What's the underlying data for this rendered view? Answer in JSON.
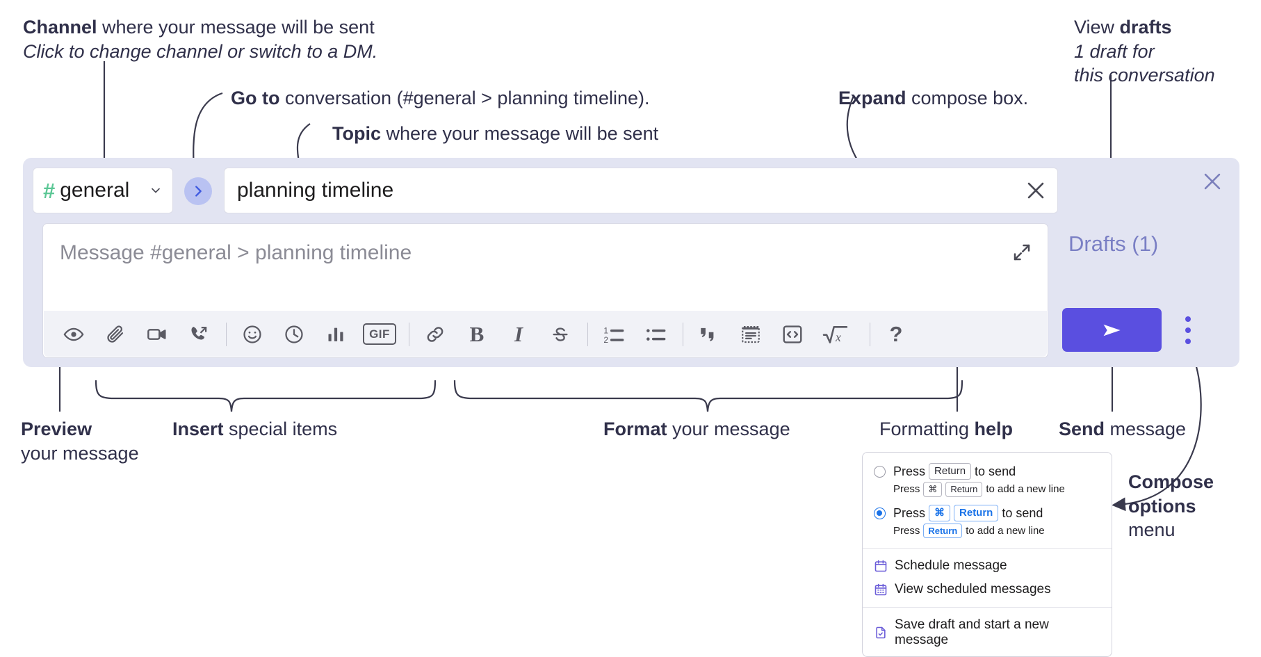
{
  "annotations": {
    "channel": {
      "bold": "Channel",
      "rest": " where your message will be sent",
      "sub": "Click to change channel or switch to a DM."
    },
    "goto": {
      "bold": "Go to",
      "rest": " conversation (#general > planning timeline)."
    },
    "topic": {
      "bold": "Topic",
      "rest": " where your message will be sent"
    },
    "expand": {
      "bold": "Expand",
      "rest": " compose box."
    },
    "drafts": {
      "bold_pre": "View ",
      "bold": "drafts",
      "sub1": "1 draft for",
      "sub2": "this conversation"
    },
    "preview": {
      "bold": "Preview",
      "sub": "your message"
    },
    "insert": {
      "bold": "Insert",
      "rest": " special items"
    },
    "format": {
      "bold": "Format",
      "rest": " your message"
    },
    "help": {
      "pre": "Formatting ",
      "bold": "help"
    },
    "send": {
      "bold": "Send",
      "rest": " message"
    },
    "compose_options": {
      "bold1": "Compose",
      "bold2": "options",
      "rest": "menu"
    }
  },
  "compose": {
    "channel_name": "general",
    "hash_glyph": "#",
    "topic_value": "planning timeline",
    "message_placeholder": "Message #general > planning timeline",
    "drafts_label": "Drafts (1)",
    "gif_label": "GIF",
    "bold_label": "B",
    "italic_label": "I",
    "help_label": "?",
    "toolbar_icons": [
      "preview-eye-icon",
      "attachment-paperclip-icon",
      "video-camera-icon",
      "audio-clip-icon",
      "emoji-icon",
      "schedule-clock-icon",
      "poll-bar-chart-icon",
      "gif-icon",
      "link-icon",
      "bold-icon",
      "italic-icon",
      "strikethrough-icon",
      "ordered-list-icon",
      "bulleted-list-icon",
      "blockquote-icon",
      "code-block-icon",
      "inline-code-icon",
      "math-sqrt-icon",
      "formatting-help-icon"
    ]
  },
  "menu": {
    "option1": {
      "pre": "Press",
      "key": "Return",
      "post": "to send",
      "sub_pre": "Press",
      "sub_key1": "⌘",
      "sub_key2": "Return",
      "sub_post": "to add a new line",
      "selected": false
    },
    "option2": {
      "pre": "Press",
      "key1": "⌘",
      "key2": "Return",
      "post": "to send",
      "sub_pre": "Press",
      "sub_key": "Return",
      "sub_post": "to add a new line",
      "selected": true
    },
    "items": [
      {
        "label": "Schedule message",
        "icon": "calendar-icon"
      },
      {
        "label": "View scheduled messages",
        "icon": "calendar-grid-icon"
      },
      {
        "label": "Save draft and start a new message",
        "icon": "file-check-icon"
      }
    ]
  },
  "colors": {
    "panel_bg": "#e2e4f2",
    "send_button": "#5a4fe0",
    "hash_green": "#5bc795",
    "drafts_text": "#7a7fc4",
    "radio_blue": "#1a73e8",
    "menu_icon_purple": "#6a5cd8"
  }
}
